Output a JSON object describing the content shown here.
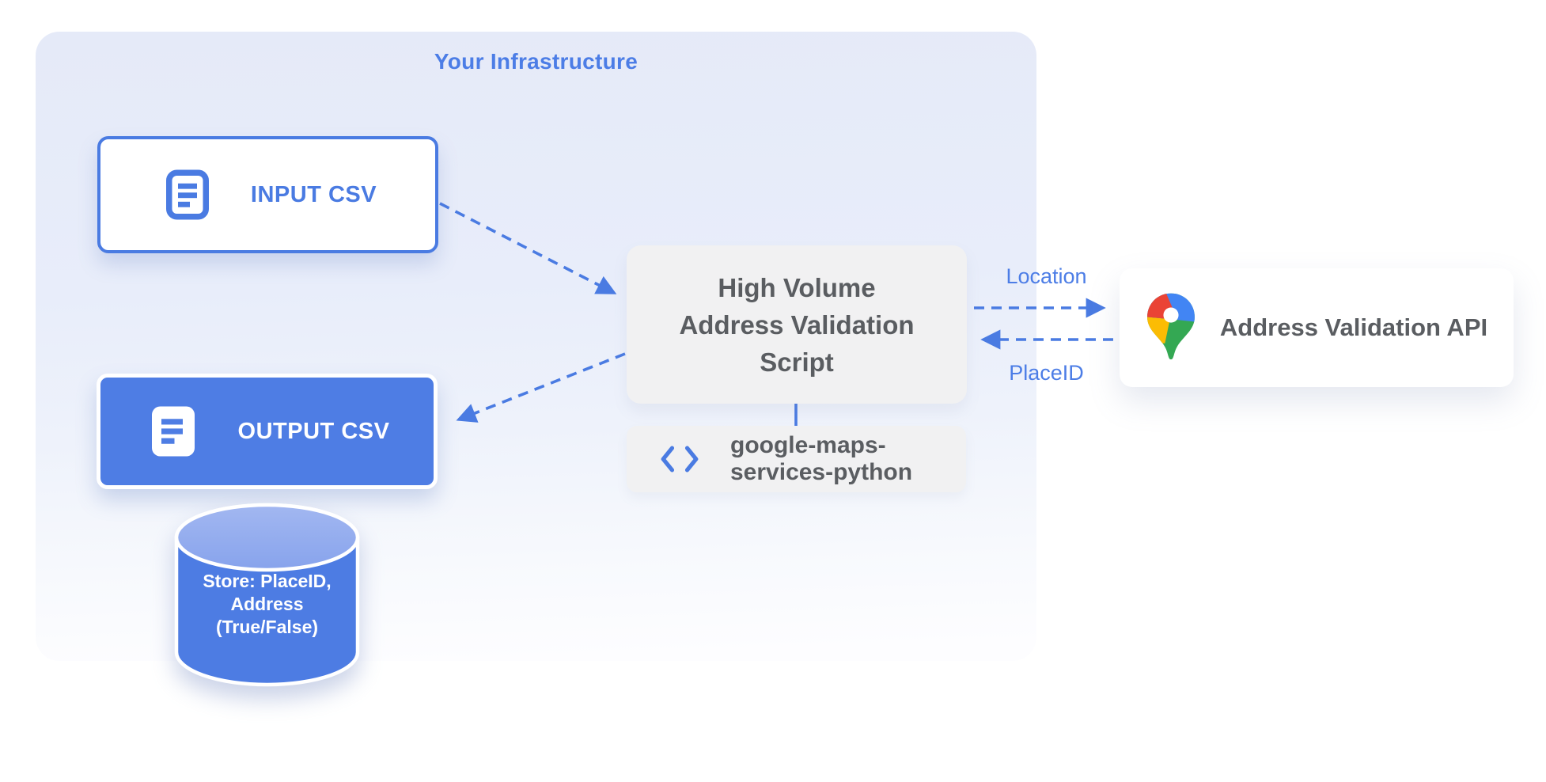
{
  "diagram": {
    "title": "Your Infrastructure",
    "colors": {
      "accent_blue": "#4a7be2",
      "node_blue_fill": "#4e7de4",
      "cylinder_top_blue": "#93abee",
      "container_bg_top": "#e5eaf8",
      "gray_box_bg": "#f1f1f2",
      "dark_gray_text": "#5a5d61",
      "pin_red": "#ea4335",
      "pin_blue": "#4285f4",
      "pin_yellow": "#fbbc04",
      "pin_green": "#34a853"
    },
    "nodes": {
      "input_csv": {
        "label": "INPUT CSV",
        "icon": "document-icon"
      },
      "output_csv": {
        "label": "OUTPUT CSV",
        "icon": "document-icon"
      },
      "datastore": {
        "icon": "database-cylinder",
        "lines": [
          "Store: PlaceID,",
          "Address",
          "(True/False)"
        ]
      },
      "script": {
        "lines": [
          "High Volume",
          "Address Validation",
          "Script"
        ]
      },
      "library": {
        "icon": "code-icon",
        "lines": [
          "google-maps-",
          "services-python"
        ]
      },
      "api": {
        "label": "Address Validation API",
        "icon": "google-maps-pin-icon"
      }
    },
    "edges": {
      "location_label": "Location",
      "placeid_label": "PlaceID"
    }
  }
}
